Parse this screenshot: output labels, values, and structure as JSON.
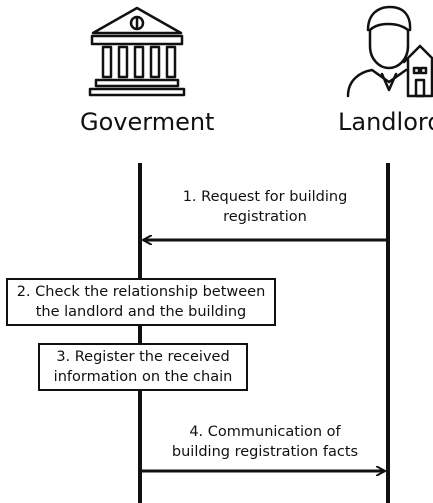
{
  "actors": {
    "government": {
      "label": "Goverment",
      "icon": "government-building-icon"
    },
    "landlord": {
      "label": "Landlord",
      "icon": "landlord-house-icon"
    }
  },
  "messages": [
    {
      "step": 1,
      "line1": "1. Request for building",
      "line2": "registration",
      "from": "landlord",
      "to": "government"
    },
    {
      "step": 4,
      "line1": "4. Communication of",
      "line2": "building registration facts",
      "from": "government",
      "to": "landlord"
    }
  ],
  "actions": [
    {
      "step": 2,
      "line1": "2. Check the relationship between",
      "line2": "the landlord and the building"
    },
    {
      "step": 3,
      "line1": "3. Register the received",
      "line2": "information on the chain"
    }
  ],
  "colors": {
    "ink": "#111111",
    "background": "#ffffff"
  }
}
